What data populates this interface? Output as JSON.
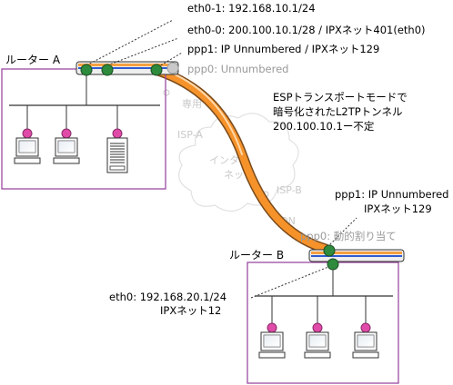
{
  "router_a": {
    "title": "ルーター A",
    "eth01": "eth0-1: 192.168.10.1/24",
    "eth00": "eth0-0: 200.100.10.1/28 / IPXネット401(eth0)",
    "ppp1": "ppp1: IP Unnumbered / IPXネット129",
    "ppp0": "ppp0: Unnumbered"
  },
  "router_b": {
    "title": "ルーター B",
    "ppp1_line1": "ppp1: IP Unnumbered",
    "ppp1_line2": "IPXネット129",
    "ppp0": "ppp0: 動的割り当て",
    "eth0_line1": "eth0: 192.168.20.1/24",
    "eth0_line2": "IPXネット12"
  },
  "tunnel": {
    "line1": "ESPトランスポートモードで",
    "line2": "暗号化されたL2TPトンネル",
    "line3": "200.100.10.1ー不定"
  },
  "internet": {
    "isp_a": "ISP-A",
    "isp_b": "ISP-B",
    "label_line1": "インター",
    "label_line2": "ネット",
    "dedicated": "専用",
    "on": "ON"
  },
  "colors": {
    "tunnel": "#f5922a",
    "node": "#2e8a3c",
    "host": "#e04aa8",
    "lan_box": "#9a4aa0",
    "bar_orange": "#f5a040",
    "bar_blue": "#2f5bd0"
  }
}
